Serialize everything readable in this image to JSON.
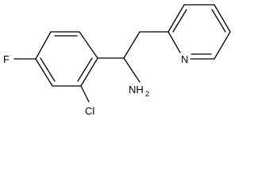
{
  "molecule": {
    "atom_labels": {
      "fluorine": "F",
      "chlorine": "Cl",
      "amine_main": "NH",
      "amine_subscript": "2",
      "pyridine_nitrogen": "N"
    },
    "colors": {
      "bond": "#000000",
      "label": "#000000",
      "background": "#ffffff"
    }
  }
}
